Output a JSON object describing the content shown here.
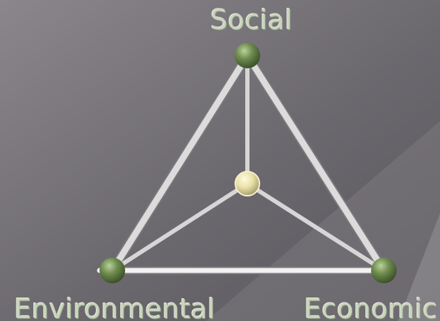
{
  "diagram": {
    "nodes": {
      "social": {
        "label": "Social",
        "color": "#5f7a43"
      },
      "environmental": {
        "label": "Environmental",
        "color": "#5f7a43"
      },
      "economic": {
        "label": "Economic",
        "color": "#5f7a43"
      },
      "center": {
        "label": "",
        "color": "#e9e1a6"
      }
    },
    "edges": [
      [
        "social",
        "environmental"
      ],
      [
        "social",
        "economic"
      ],
      [
        "environmental",
        "economic"
      ],
      [
        "social",
        "center"
      ],
      [
        "environmental",
        "center"
      ],
      [
        "economic",
        "center"
      ]
    ]
  },
  "colors": {
    "background_top": "#8a868c",
    "background_bottom": "#58565c",
    "rod": "#e6e6e6",
    "label_text": "#c9d4bd"
  }
}
